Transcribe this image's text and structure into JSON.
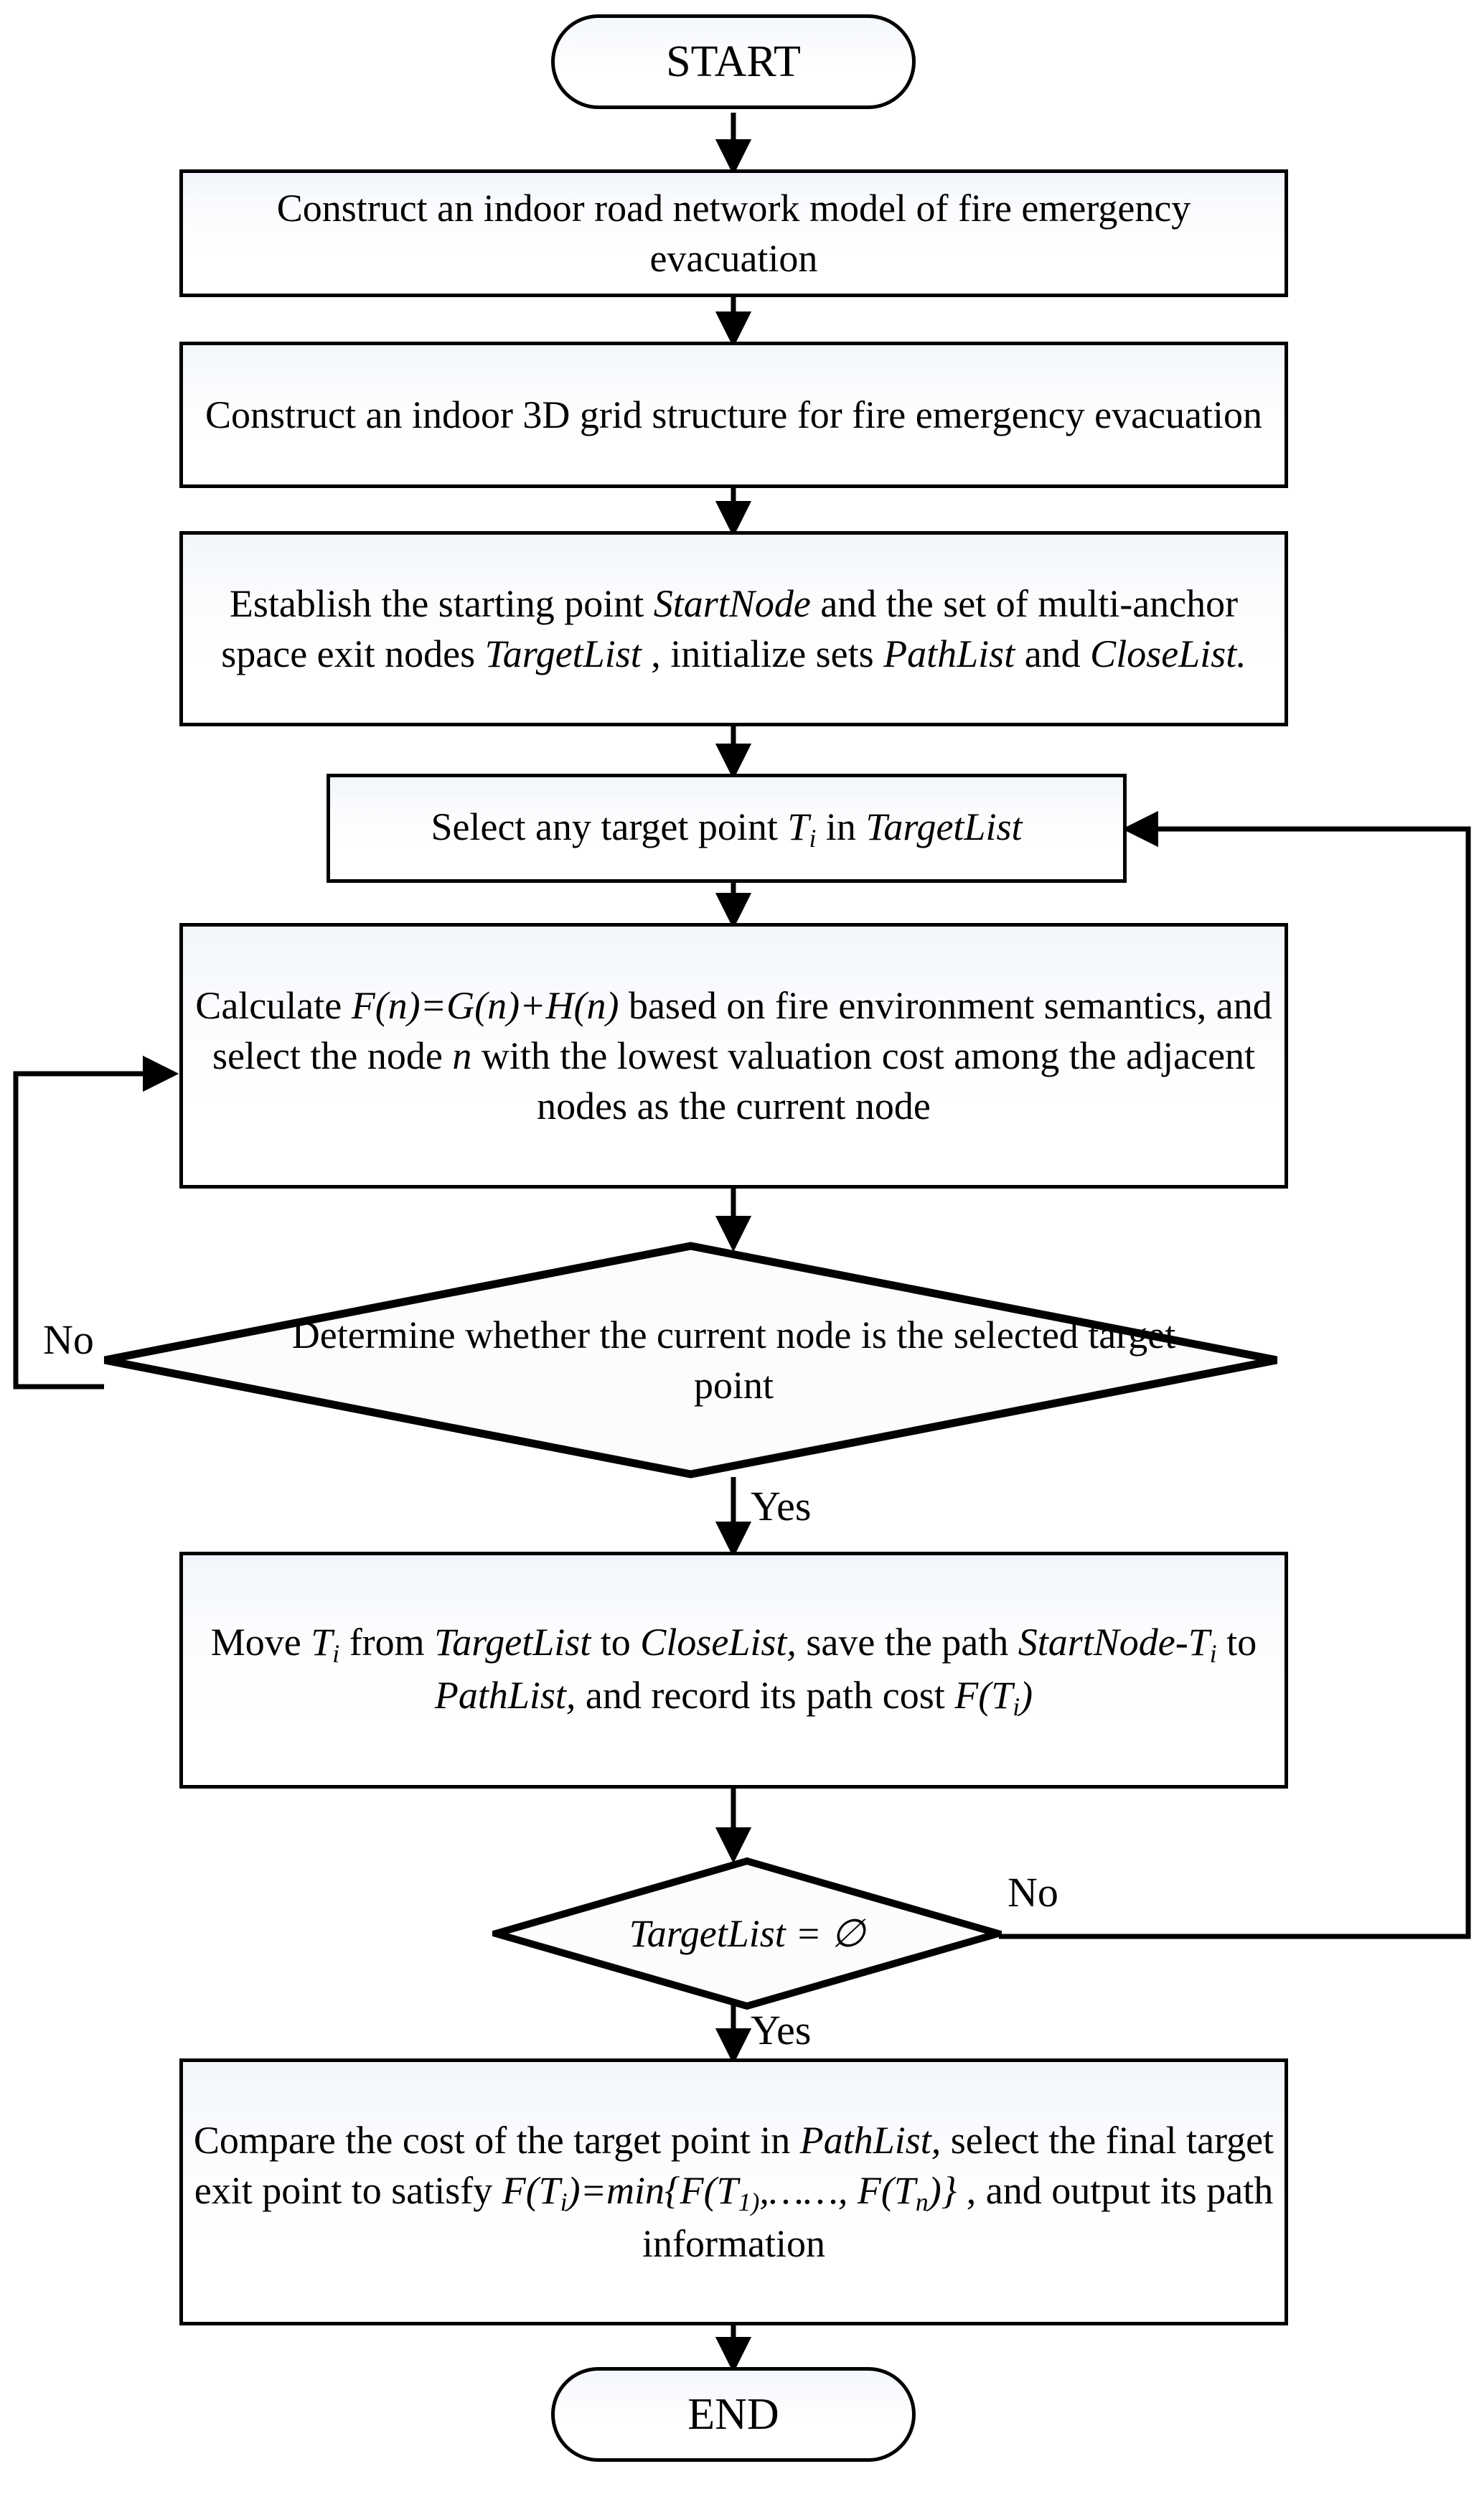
{
  "diagram": {
    "title_start": "START",
    "title_end": "END",
    "type": "flowchart",
    "nodes": [
      {
        "id": "start",
        "shape": "terminator",
        "label": "START"
      },
      {
        "id": "proc1",
        "shape": "process",
        "label": "Construct an indoor road network model of fire emergency evacuation"
      },
      {
        "id": "proc2",
        "shape": "process",
        "label": "Construct an indoor 3D grid structure for fire emergency evacuation"
      },
      {
        "id": "proc3",
        "shape": "process",
        "label": "Establish the starting point StartNode and the set of multi-anchor space exit nodes TargetList , initialize sets PathList and CloseList."
      },
      {
        "id": "proc4",
        "shape": "process",
        "label": "Select any target point Ti in TargetList"
      },
      {
        "id": "proc5",
        "shape": "process",
        "label": "Calculate F(n)=G(n)+H(n) based on fire environment semantics, and select the node n with the lowest valuation cost among the adjacent nodes as the current node"
      },
      {
        "id": "dec1",
        "shape": "decision",
        "label": "Determine whether the current node is the selected target point"
      },
      {
        "id": "proc6",
        "shape": "process",
        "label": "Move Ti from TargetList to CloseList, save the path StartNode-Ti to PathList, and record its path cost F(Ti)"
      },
      {
        "id": "dec2",
        "shape": "decision",
        "label": "TargetList = ∅"
      },
      {
        "id": "proc7",
        "shape": "process",
        "label": "Compare the cost of the target point in PathList, select the final target exit point to satisfy F(Ti)=min{F(T1),……, F(Tn)} , and output its path information"
      },
      {
        "id": "end",
        "shape": "terminator",
        "label": "END"
      }
    ],
    "edge_labels": {
      "dec1_no": "No",
      "dec1_yes": "Yes",
      "dec2_no": "No",
      "dec2_yes": "Yes"
    },
    "colors": {
      "stroke": "#000000",
      "fill_top": "#f2f6fb",
      "fill_bottom": "#ffffff",
      "text": "#000000",
      "background": "#ffffff"
    }
  }
}
